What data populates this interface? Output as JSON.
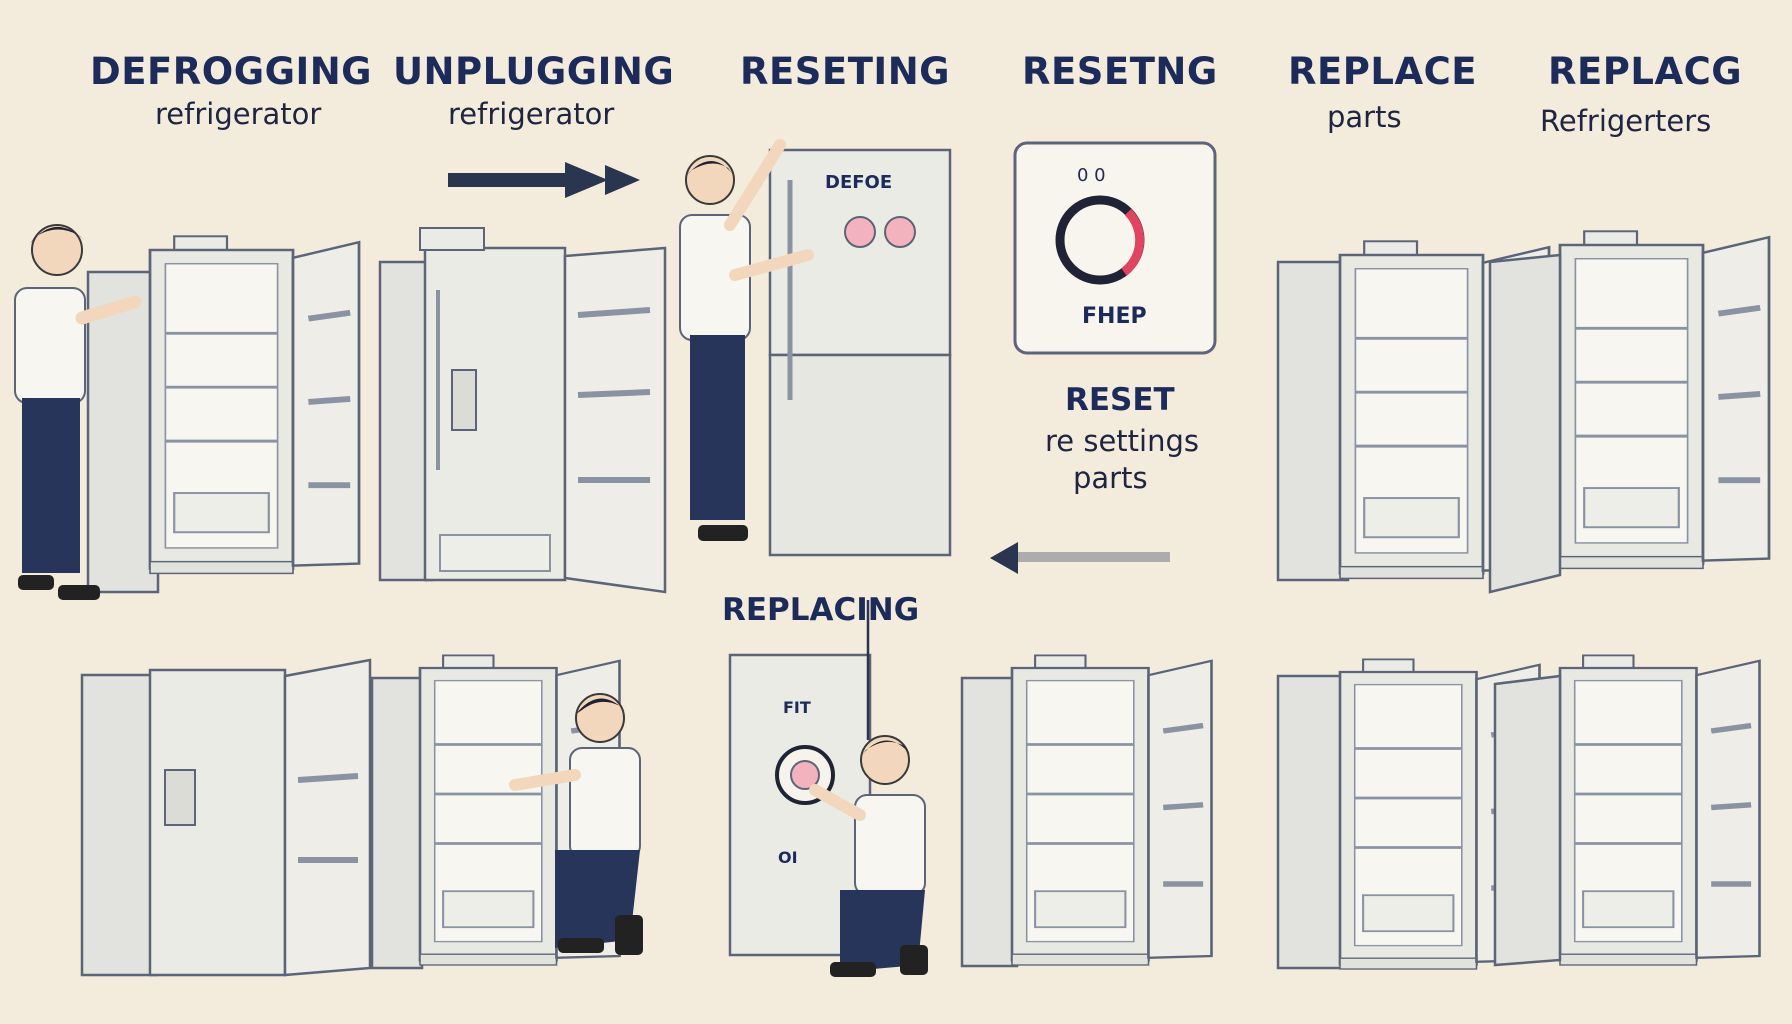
{
  "steps": [
    {
      "title": "DEFROGGING",
      "subtitle": "refrigerator"
    },
    {
      "title": "UNPLUGGING",
      "subtitle": "refrigerator"
    },
    {
      "title": "RESETING",
      "subtitle": ""
    },
    {
      "title": "RESETNG",
      "subtitle": ""
    },
    {
      "title": "REPLACE",
      "subtitle": "parts"
    },
    {
      "title": "REPLACG",
      "subtitle": "Refrigerters"
    }
  ],
  "fridge_panel": {
    "label": "DEFOE"
  },
  "dial_panel": {
    "label": "FHEP",
    "marks": "0 0"
  },
  "reset_block": {
    "title": "RESET",
    "line1": "re settings",
    "line2": "parts"
  },
  "replacing_label": "REPLACING",
  "bottom_fridge_labels": {
    "top": "FIT",
    "bottom": "OI"
  },
  "colors": {
    "background": "#f3ebdc",
    "heading": "#1d2b5a",
    "fridge_outline": "#5c6577",
    "fridge_fill": "#e9e9e4",
    "accent_red": "#e0445e",
    "knob_pink": "#f2b3bf",
    "shirt": "#f8f6f0",
    "jeans": "#28355a"
  }
}
